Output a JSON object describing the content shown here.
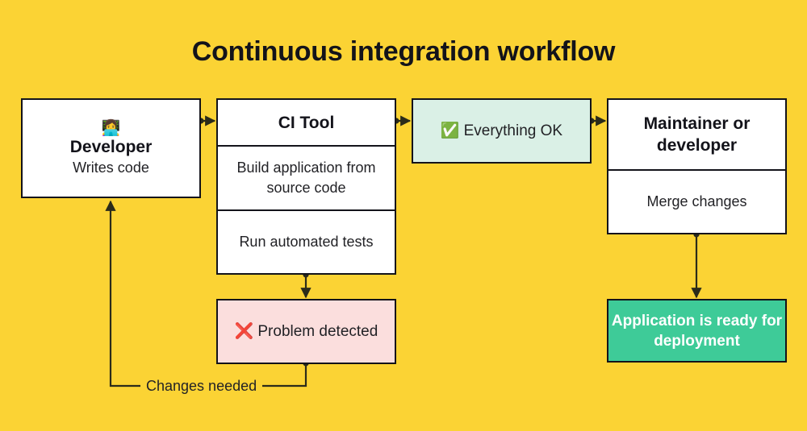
{
  "diagram": {
    "title": "Continuous integration workflow",
    "background_color": "#fbd334",
    "line_color": "#2b2b1a",
    "nodes": {
      "developer": {
        "icon": "woman-technologist-emoji",
        "icon_glyph": "👩‍💻",
        "name": "Developer",
        "subtitle": "Writes code"
      },
      "ci_tool": {
        "header": "CI Tool",
        "steps": [
          "Build application from source code",
          "Run automated tests"
        ]
      },
      "everything_ok": {
        "icon": "white-check-mark-emoji",
        "icon_glyph": "✅",
        "label": "Everything OK",
        "color": "#daf0e6"
      },
      "problem_detected": {
        "icon": "cross-mark-emoji",
        "icon_glyph": "❌",
        "label": "Problem detected",
        "color": "#fbdedd"
      },
      "maintainer": {
        "header": "Maintainer or developer",
        "action": "Merge changes"
      },
      "deployment": {
        "label": "Application is ready for deployment",
        "color": "#3ecb98"
      }
    },
    "edges": [
      {
        "from": "developer",
        "to": "ci_tool",
        "label": ""
      },
      {
        "from": "ci_tool",
        "to": "everything_ok",
        "label": ""
      },
      {
        "from": "everything_ok",
        "to": "maintainer",
        "label": ""
      },
      {
        "from": "ci_tool",
        "to": "problem_detected",
        "label": ""
      },
      {
        "from": "problem_detected",
        "to": "developer",
        "label": "Changes needed"
      },
      {
        "from": "maintainer",
        "to": "deployment",
        "label": ""
      }
    ],
    "changes_needed_label": "Changes needed"
  }
}
